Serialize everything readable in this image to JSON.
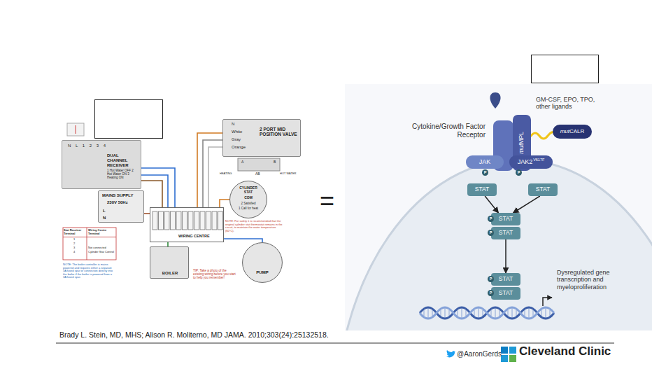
{
  "diagram": {
    "nodes": [
      {
        "text": [
          "N L 1 2 3 4",
          "DUAL CHANNEL RECEIVER",
          "1 Hot Water OFF 2 Hot Water ON 3 Heating ON"
        ]
      },
      {
        "text": [
          "MAINS SUPPLY",
          "230V 50Hz",
          "L",
          "N"
        ]
      },
      {
        "text": [
          "N",
          "White",
          "Gray",
          "Orange",
          "2 PORT MID POSITION VALVE"
        ]
      },
      {
        "text": [
          "CYLINDER STAT",
          "COM",
          "2 Satisfied",
          "1 Call for heat"
        ]
      },
      {
        "text": [
          "WIRING CENTRE"
        ]
      },
      {
        "text": [
          "BOILER"
        ]
      },
      {
        "text": [
          "PUMP"
        ]
      },
      {
        "text": [
          "mut",
          "MPL"
        ]
      },
      {
        "text": [
          "JAK"
        ]
      },
      {
        "text": [
          "JAK2",
          "V617F"
        ]
      },
      {
        "text": [
          "mut",
          "CALR"
        ]
      },
      {
        "text": [
          "P"
        ]
      },
      {
        "text": [
          "P"
        ]
      },
      {
        "text": [
          "STAT"
        ]
      },
      {
        "text": [
          "STAT"
        ]
      },
      {
        "text": [
          "STAT"
        ]
      },
      {
        "text": [
          "STAT"
        ]
      },
      {
        "text": [
          "P"
        ]
      },
      {
        "text": [
          "P"
        ]
      },
      {
        "text": [
          "STAT"
        ]
      },
      {
        "text": [
          "STAT"
        ]
      },
      {
        "text": [
          "P"
        ]
      },
      {
        "text": [
          "P"
        ]
      }
    ],
    "edges": [
      {
        "from": 0,
        "to": 4,
        "arrow": "none"
      },
      {
        "from": 1,
        "to": 4,
        "arrow": "none"
      },
      {
        "from": 2,
        "to": 4,
        "arrow": "none"
      },
      {
        "from": 3,
        "to": 4,
        "arrow": "none"
      },
      {
        "from": 4,
        "to": 5,
        "arrow": "none"
      },
      {
        "from": 4,
        "to": 6,
        "arrow": "none"
      },
      {
        "from": 13,
        "to": 15,
        "arrow": "to"
      },
      {
        "from": 14,
        "to": 15,
        "arrow": "to"
      },
      {
        "from": 16,
        "to": 19,
        "arrow": "to"
      }
    ],
    "labels": [
      "A",
      "AB",
      "B",
      "HEATING",
      "HOT WATER",
      "NOTE: For safety it is recommended that the original cylinder stat thermostat remains in the circuit, to maintain the water temperature (60°C).",
      "Stat Receiver Terminal",
      "Wiring Centre Terminal",
      "1",
      "2",
      "3",
      "4",
      "Not connected",
      "Cylinder Stat Control",
      "NOTE: The boiler controller is mains powered and requires either a separate 3A fused spur or connection directly into the boiler if the boiler is powered from a 3A fused spur.",
      "TIP: Take a photo of the existing wiring before you start to help you remember!",
      "=",
      "GM-CSF, EPO, TPO, other ligands",
      "Cytokine/Growth Factor Receptor",
      "Dysregulated gene transcription and myeloproliferation",
      "Brady L. Stein, MD, MHS; Alison R. Moliterno, MD",
      "JAMA. 2010;303(24):25132518.",
      "@AaronGerds",
      "Cleveland Clinic"
    ]
  }
}
